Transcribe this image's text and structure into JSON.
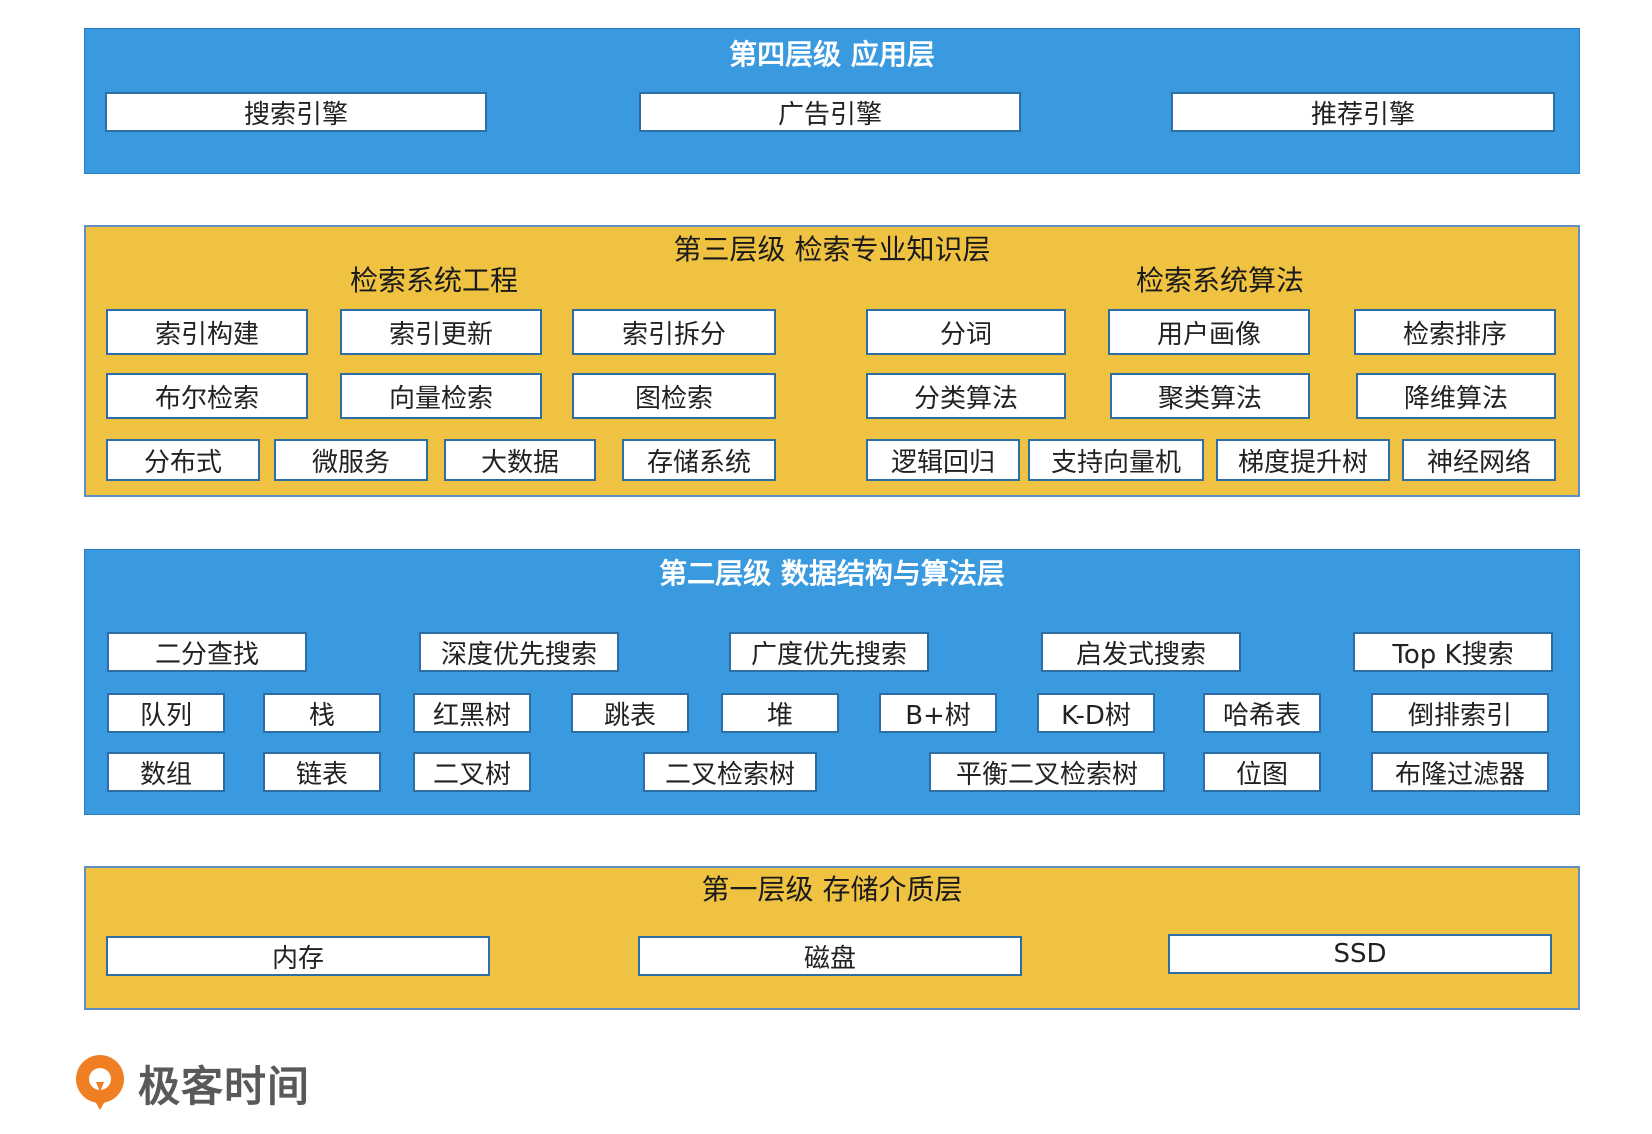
{
  "layer4": {
    "title": "第四层级 应用层",
    "items": [
      "搜索引擎",
      "广告引擎",
      "推荐引擎"
    ]
  },
  "layer3": {
    "title": "第三层级 检索专业知识层",
    "engineering": {
      "title": "检索系统工程",
      "row1": [
        "索引构建",
        "索引更新",
        "索引拆分"
      ],
      "row2": [
        "布尔检索",
        "向量检索",
        "图检索"
      ],
      "row3": [
        "分布式",
        "微服务",
        "大数据",
        "存储系统"
      ]
    },
    "algorithms": {
      "title": "检索系统算法",
      "row1": [
        "分词",
        "用户画像",
        "检索排序"
      ],
      "row2": [
        "分类算法",
        "聚类算法",
        "降维算法"
      ],
      "row3": [
        "逻辑回归",
        "支持向量机",
        "梯度提升树",
        "神经网络"
      ]
    }
  },
  "layer2": {
    "title": "第二层级 数据结构与算法层",
    "row1": [
      "二分查找",
      "深度优先搜索",
      "广度优先搜索",
      "启发式搜索",
      "Top K搜索"
    ],
    "row2": [
      "队列",
      "栈",
      "红黑树",
      "跳表",
      "堆",
      "B+树",
      "K-D树",
      "哈希表",
      "倒排索引"
    ],
    "row3": [
      "数组",
      "链表",
      "二叉树",
      "二叉检索树",
      "平衡二叉检索树",
      "位图",
      "布隆过滤器"
    ]
  },
  "layer1": {
    "title": "第一层级 存储介质层",
    "items": [
      "内存",
      "磁盘",
      "SSD"
    ]
  },
  "logo": {
    "text": "极客时间"
  },
  "colors": {
    "blue_layer": "#3a9ae0",
    "yellow_layer": "#f0c241",
    "box_border": "#2f6ea5",
    "logo_orange": "#f07f23"
  }
}
